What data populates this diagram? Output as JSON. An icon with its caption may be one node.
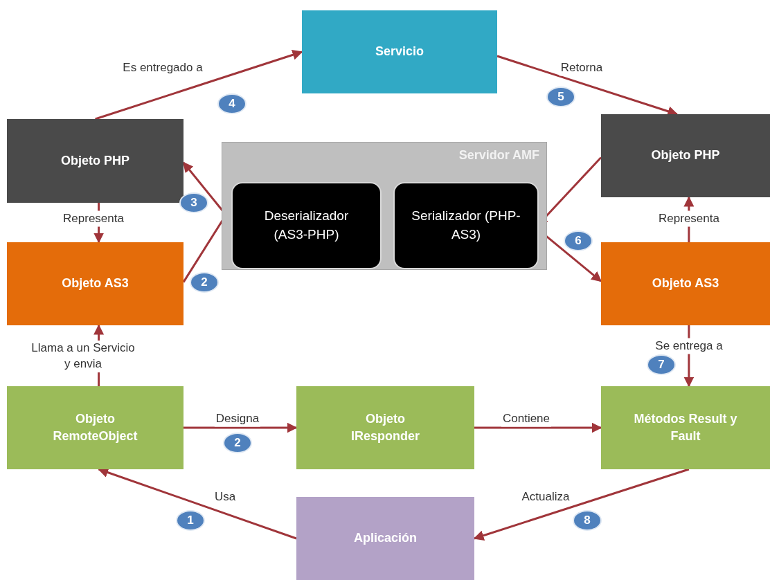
{
  "diagram": {
    "nodes": [
      {
        "text": [
          "Servicio"
        ]
      },
      {
        "text": [
          "Objeto PHP"
        ]
      },
      {
        "text": [
          "Servidor AMF"
        ]
      },
      {
        "text": [
          "Deserializador (AS3-PHP)"
        ],
        "in": 2
      },
      {
        "text": [
          "Serializador (PHP-AS3)"
        ],
        "in": 2
      },
      {
        "text": [
          "Objeto PHP"
        ]
      },
      {
        "text": [
          "Objeto AS3"
        ]
      },
      {
        "text": [
          "Objeto AS3"
        ]
      },
      {
        "text": [
          "Objeto RemoteObject"
        ]
      },
      {
        "text": [
          "Objeto IResponder"
        ]
      },
      {
        "text": [
          "Métodos Result y Fault"
        ]
      },
      {
        "text": [
          "Aplicación"
        ]
      }
    ],
    "edges": [
      {
        "from": 1,
        "to": 0,
        "arrow": "to",
        "label": "Es entregado a"
      },
      {
        "from": 0,
        "to": 5,
        "arrow": "to",
        "label": "Retorna"
      },
      {
        "from": 5,
        "to": 4,
        "arrow": "to"
      },
      {
        "from": 4,
        "to": 7,
        "arrow": "to"
      },
      {
        "from": 7,
        "to": 5,
        "arrow": "to",
        "label": "Representa"
      },
      {
        "from": 7,
        "to": 10,
        "arrow": "to",
        "label": "Se entrega a"
      },
      {
        "from": 3,
        "to": 1,
        "arrow": "to"
      },
      {
        "from": 6,
        "to": 3,
        "arrow": "to"
      },
      {
        "from": 1,
        "to": 6,
        "arrow": "to",
        "label": "Representa"
      },
      {
        "from": 8,
        "to": 6,
        "arrow": "to",
        "label": "Llama a un Servicio y envia"
      },
      {
        "from": 8,
        "to": 9,
        "arrow": "to",
        "label": "Designa"
      },
      {
        "from": 9,
        "to": 10,
        "arrow": "to",
        "label": "Contiene"
      },
      {
        "from": 11,
        "to": 8,
        "arrow": "to",
        "label": "Usa"
      },
      {
        "from": 10,
        "to": 11,
        "arrow": "to",
        "label": "Actualiza"
      }
    ],
    "labels": [
      "5",
      "4",
      "3",
      "6",
      "2",
      "7",
      "2",
      "1",
      "8"
    ]
  }
}
